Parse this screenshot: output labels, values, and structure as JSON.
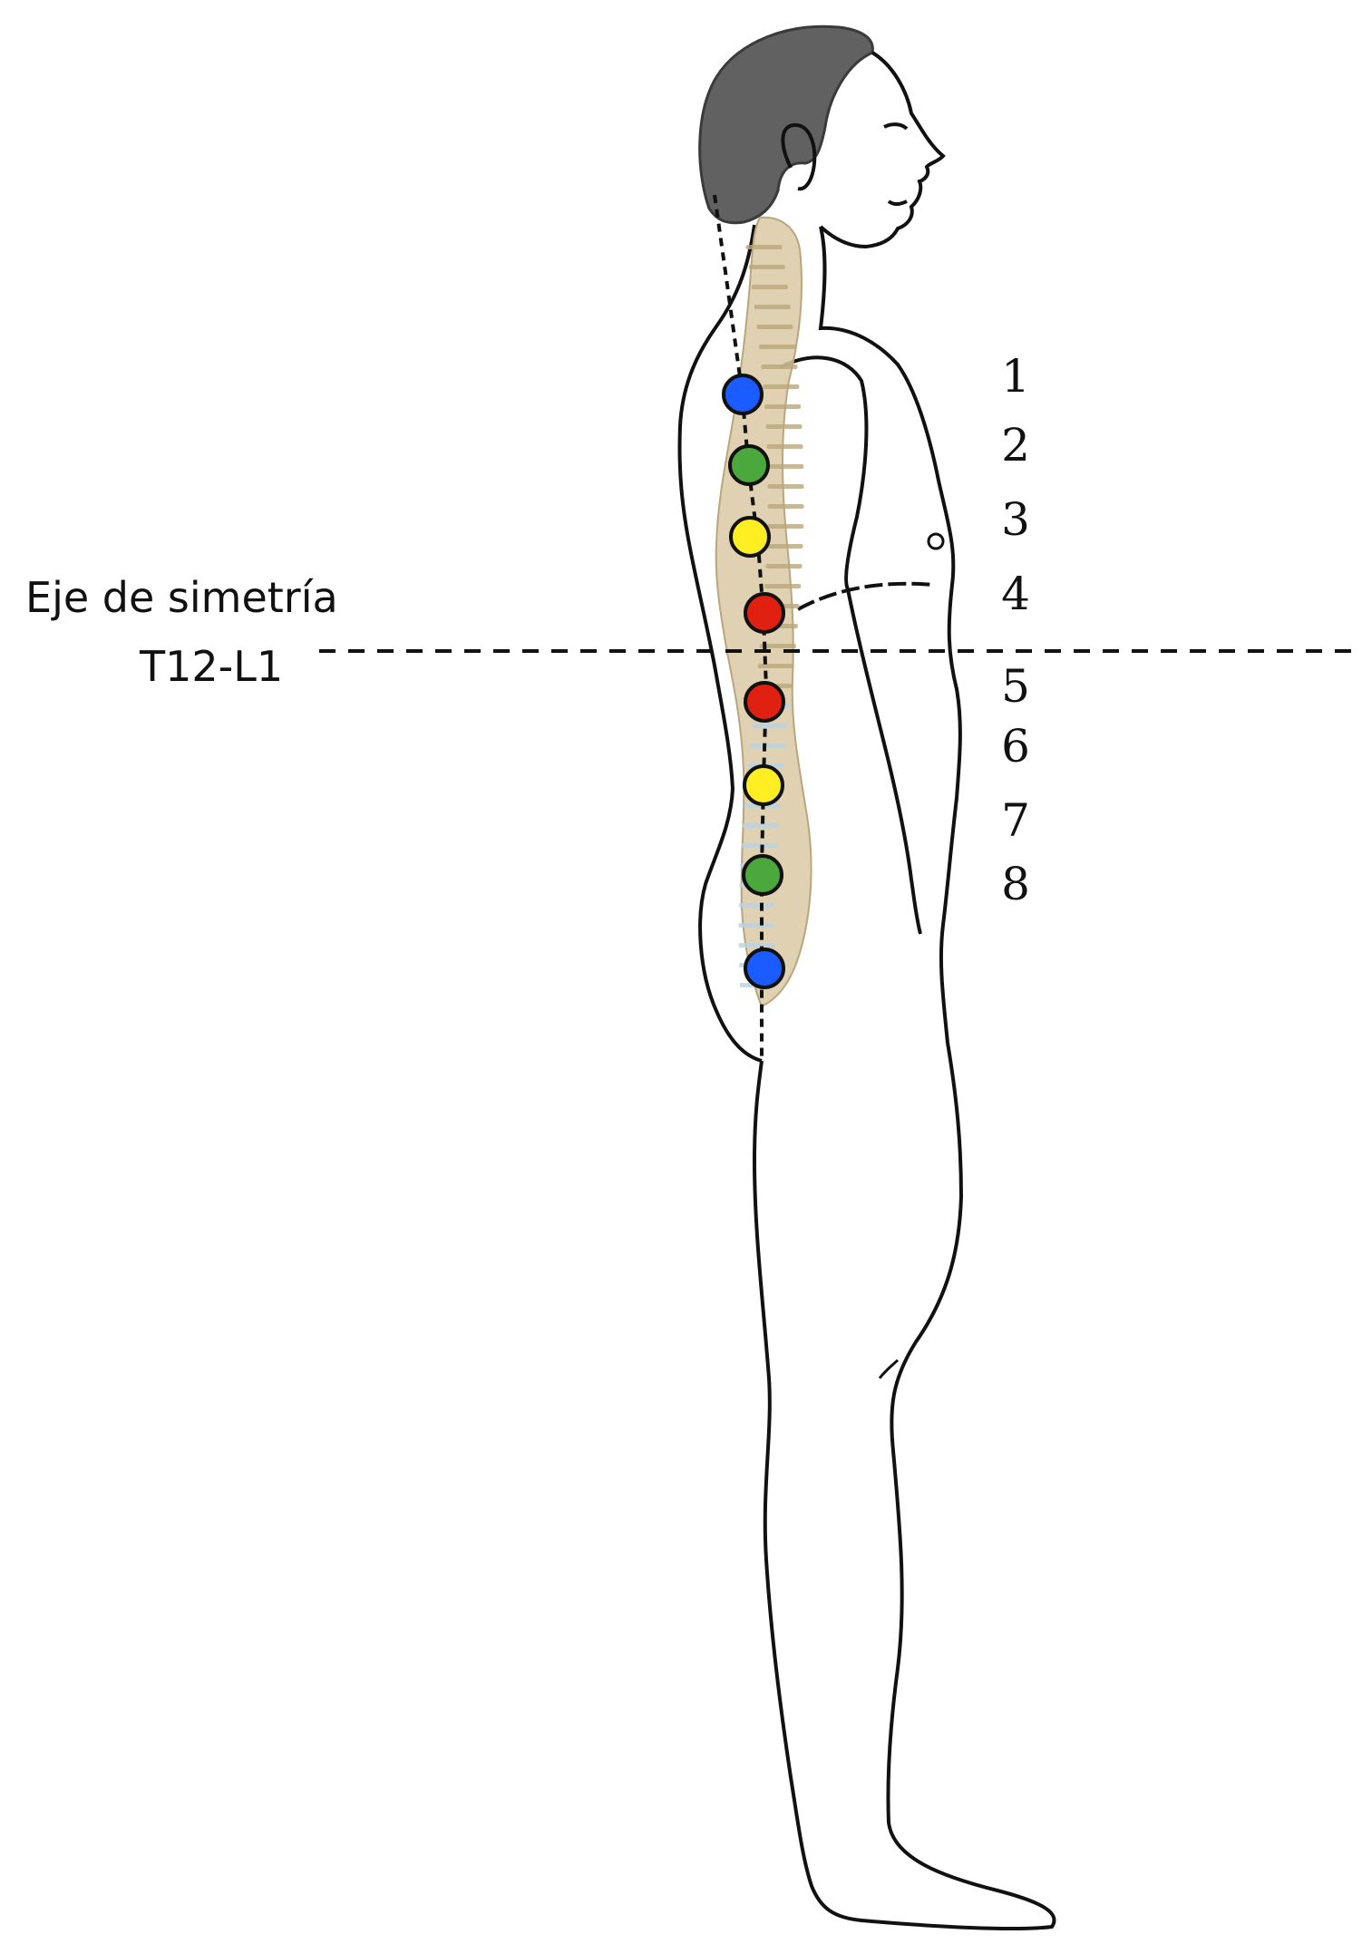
{
  "axis": {
    "title": "Eje de simetría",
    "subtitle": "T12-L1"
  },
  "markers": [
    {
      "number": "1",
      "color": "#1a5cff"
    },
    {
      "number": "2",
      "color": "#4aa83c"
    },
    {
      "number": "3",
      "color": "#ffee22"
    },
    {
      "number": "4",
      "color": "#e02010"
    },
    {
      "number": "5",
      "color": "#e02010"
    },
    {
      "number": "6",
      "color": "#ffee22"
    },
    {
      "number": "7",
      "color": "#4aa83c"
    },
    {
      "number": "8",
      "color": "#1a5cff"
    }
  ],
  "colors": {
    "outline": "#111111",
    "hair": "#616161",
    "spine": "#d9c9a3",
    "spine_shadow": "#b9a67e",
    "disc": "#bcd2e0"
  }
}
